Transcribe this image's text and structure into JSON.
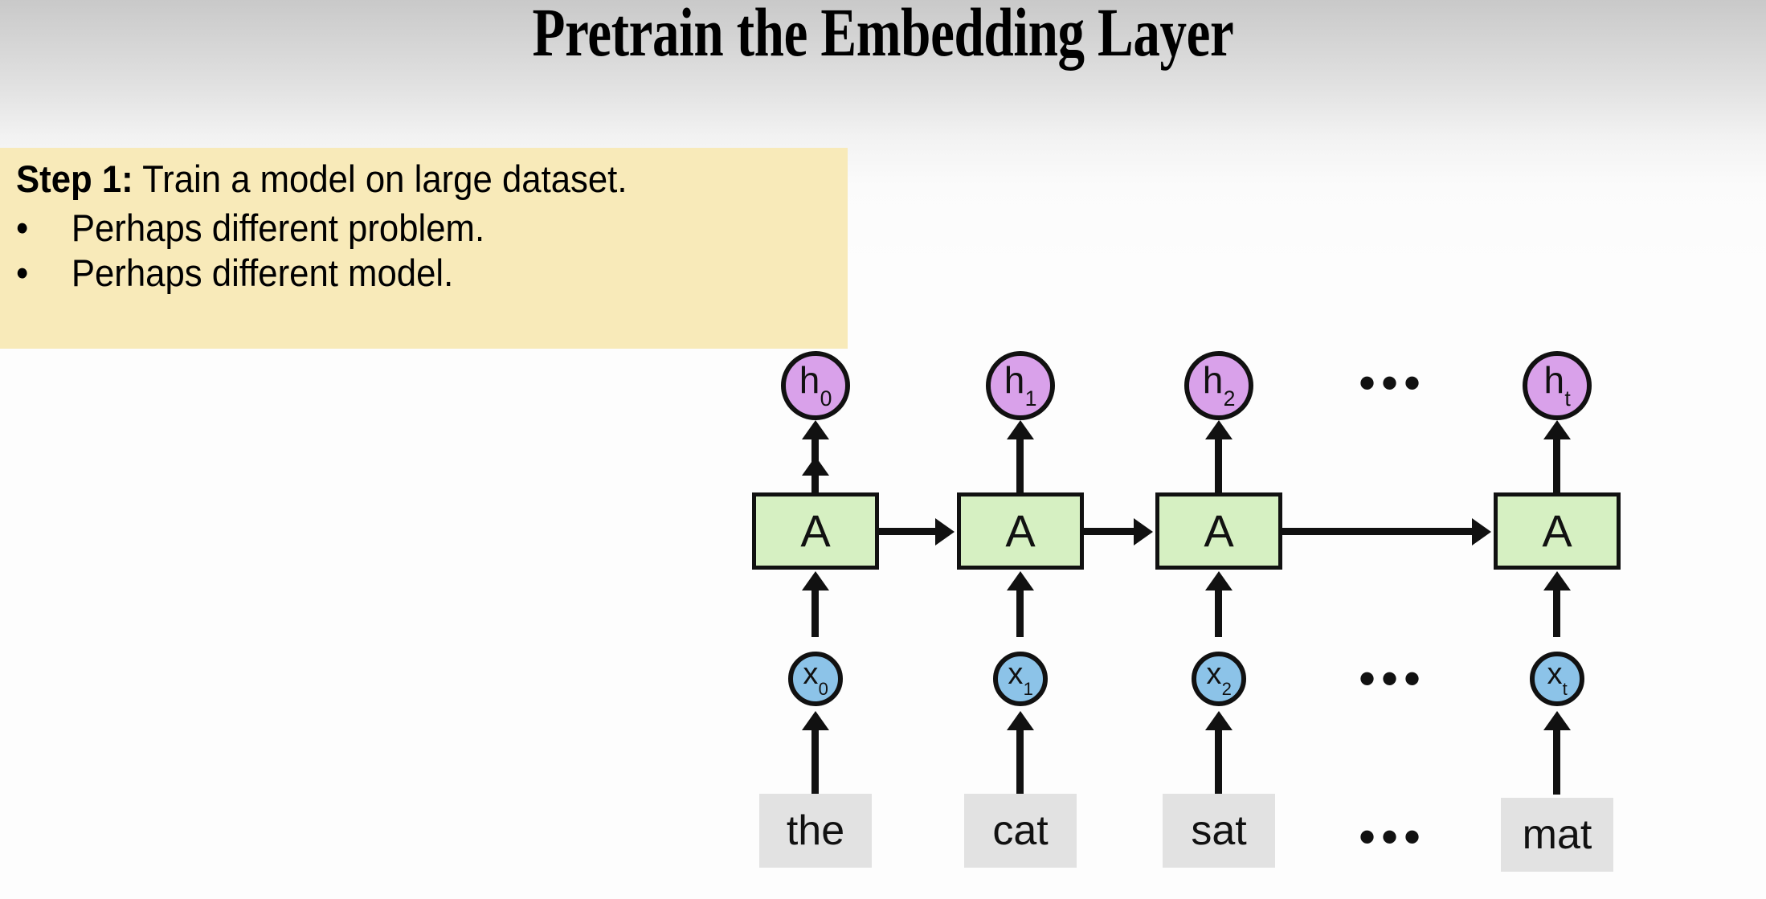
{
  "slide": {
    "title": "Pretrain the Embedding Layer",
    "background_top_color": "#c9c9c9",
    "background_bottom_color": "#fdfdfd"
  },
  "callout": {
    "background_color": "#f8eab9",
    "step_label": "Step 1:",
    "step_text": " Train a model on large dataset.",
    "bullet_marker": "•",
    "bullets": [
      "Perhaps different problem.",
      "Perhaps different model."
    ]
  },
  "diagram": {
    "type": "unrolled-rnn",
    "colors": {
      "hidden_node": "#d9a1ea",
      "input_node": "#8cc3e8",
      "cell": "#d6f0c2",
      "word_box": "#e2e2e2",
      "stroke": "#111111"
    },
    "cell_label": "A",
    "ellipsis": "•••",
    "columns": [
      {
        "hidden": "h",
        "hidden_sub": "0",
        "input": "x",
        "input_sub": "0",
        "word": "the"
      },
      {
        "hidden": "h",
        "hidden_sub": "1",
        "input": "x",
        "input_sub": "1",
        "word": "cat"
      },
      {
        "hidden": "h",
        "hidden_sub": "2",
        "input": "x",
        "input_sub": "2",
        "word": "sat"
      },
      {
        "hidden": "h",
        "hidden_sub": "t",
        "input": "x",
        "input_sub": "t",
        "word": "mat"
      }
    ]
  }
}
